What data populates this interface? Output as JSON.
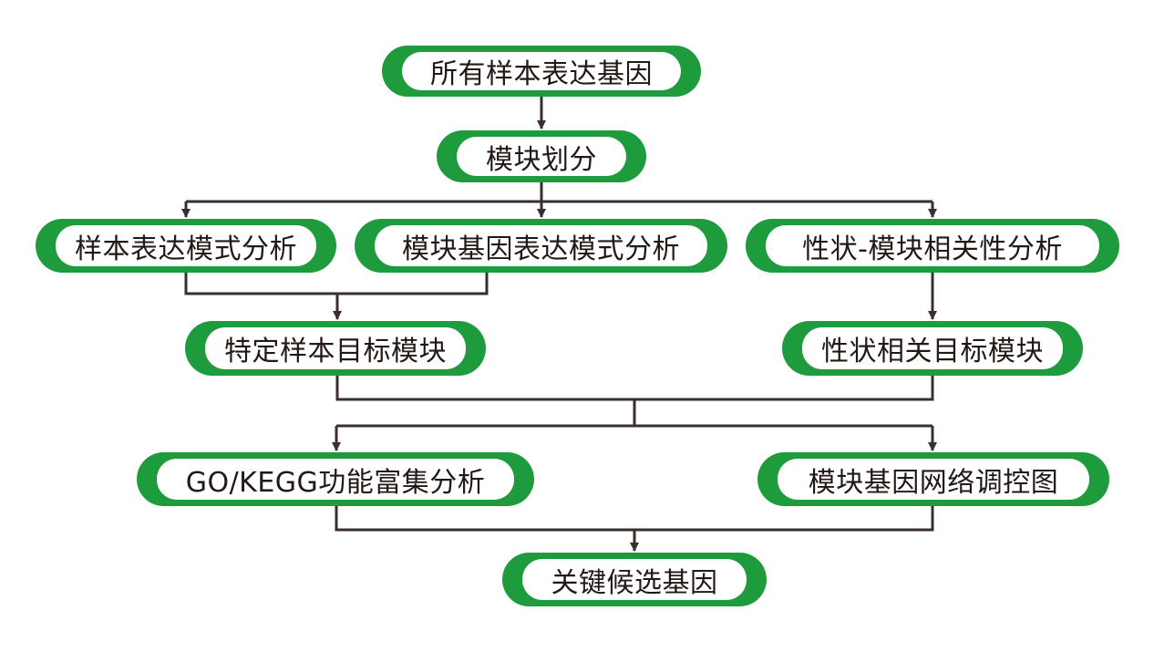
{
  "colors": {
    "node_border": "#1e9b3d",
    "node_fill": "#ffffff",
    "text": "#231815",
    "connector": "#3a2f2c"
  },
  "nodes": {
    "all_samples": "所有样本表达基因",
    "module_partition": "模块划分",
    "sample_expression": "样本表达模式分析",
    "module_gene_expression": "模块基因表达模式分析",
    "trait_module": "性状-模块相关性分析",
    "sample_target": "特定样本目标模块",
    "trait_target": "性状相关目标模块",
    "go_kegg": "GO/KEGG功能富集分析",
    "regulation_network": "模块基因网络调控图",
    "key_candidates": "关键候选基因"
  }
}
